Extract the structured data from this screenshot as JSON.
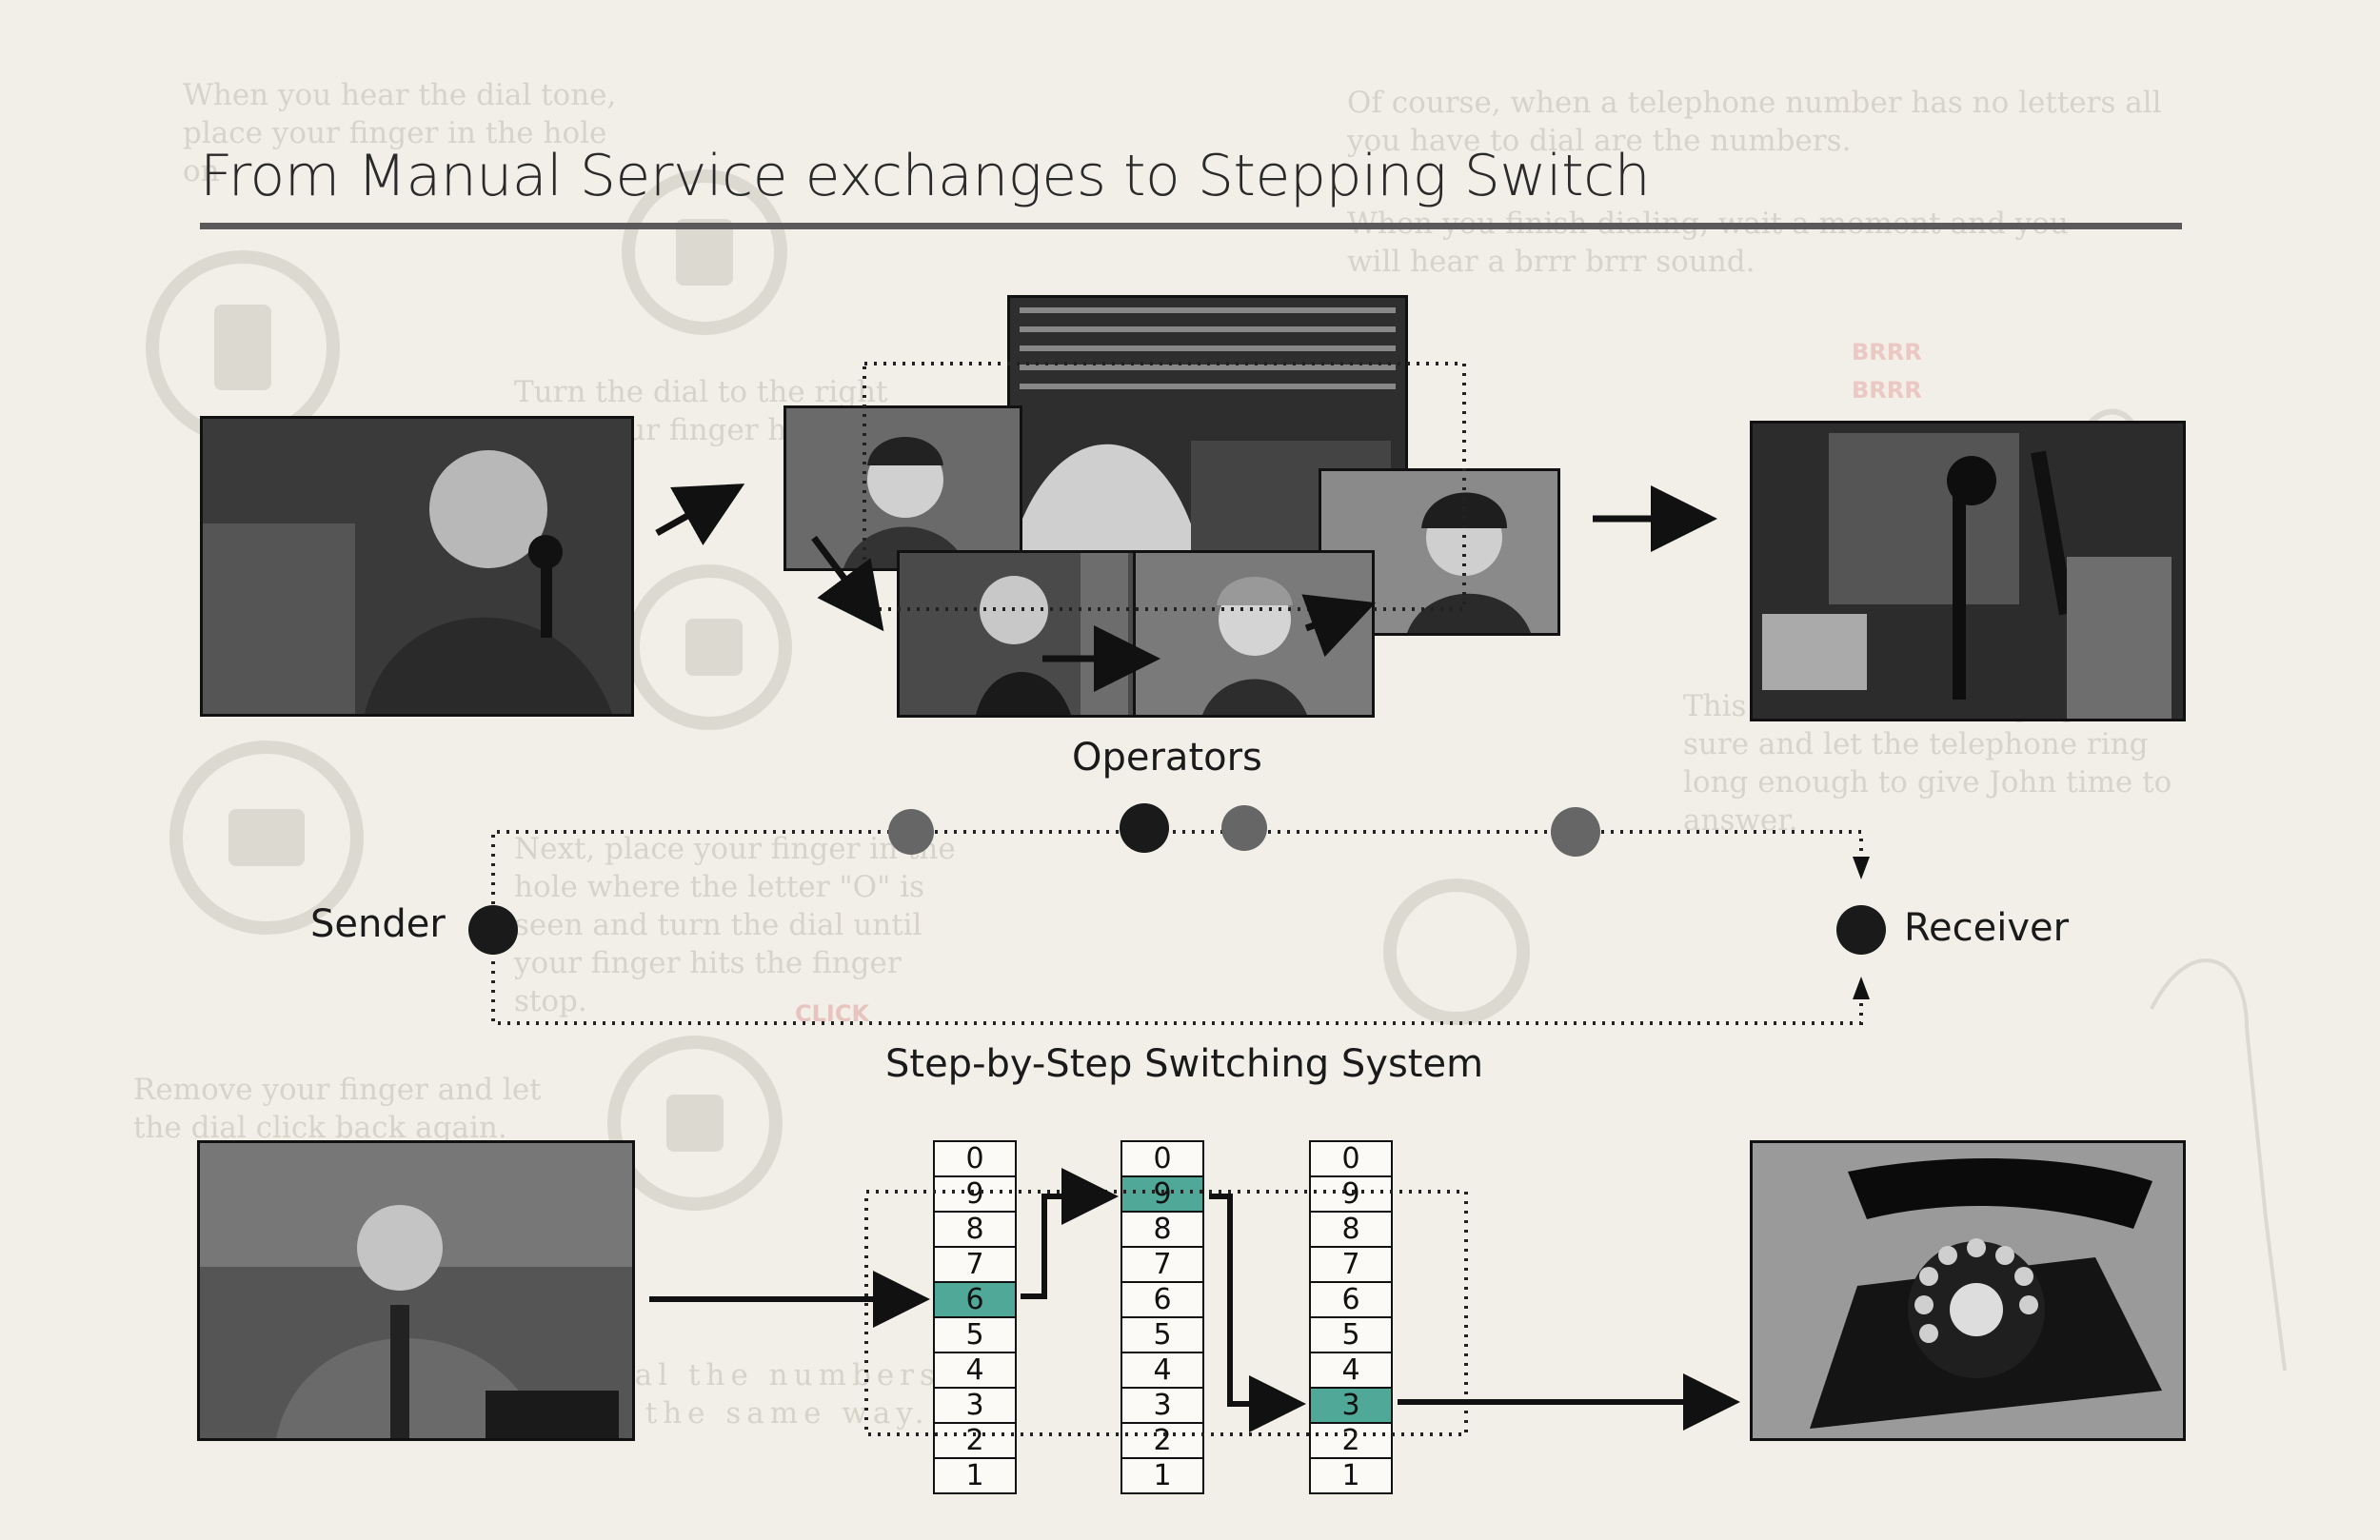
{
  "title": "From Manual Service exchanges to Stepping Switch",
  "labels": {
    "operators": "Operators",
    "sender": "Sender",
    "receiver": "Receiver",
    "step_system": "Step-by-Step Switching System"
  },
  "switch_columns": [
    {
      "digits": [
        "0",
        "9",
        "8",
        "7",
        "6",
        "5",
        "4",
        "3",
        "2",
        "1"
      ],
      "highlight": "6"
    },
    {
      "digits": [
        "0",
        "9",
        "8",
        "7",
        "6",
        "5",
        "4",
        "3",
        "2",
        "1"
      ],
      "highlight": "9"
    },
    {
      "digits": [
        "0",
        "9",
        "8",
        "7",
        "6",
        "5",
        "4",
        "3",
        "2",
        "1"
      ],
      "highlight": "3"
    }
  ],
  "background_text": {
    "p1": "When you hear the dial tone, place your finger in the hole on",
    "p2": "Of course, when a telephone number has no letters all you have to dial are the numbers.",
    "p3": "When you finish dialing, wait a moment and you will hear a brrr brrr sound.",
    "p4": "Turn the dial to the right until your finger hits the",
    "p5": "This have called is ringing. Be sure and let the telephone ring long enough to give John time to answer.",
    "p6": "Next, place your finger in the hole where the letter \"O\" is seen and turn the dial until your finger hits the finger stop.",
    "p7": "Remove your finger and let the dial click back again.",
    "p8": "Dial the numbers in the same way.",
    "click": "CLICK",
    "brrr": "BRRR BRRR"
  },
  "colors": {
    "background": "#f1efe8",
    "highlight": "#4fa898",
    "node_dark": "#1a1a1a",
    "node_gray": "#666666"
  }
}
